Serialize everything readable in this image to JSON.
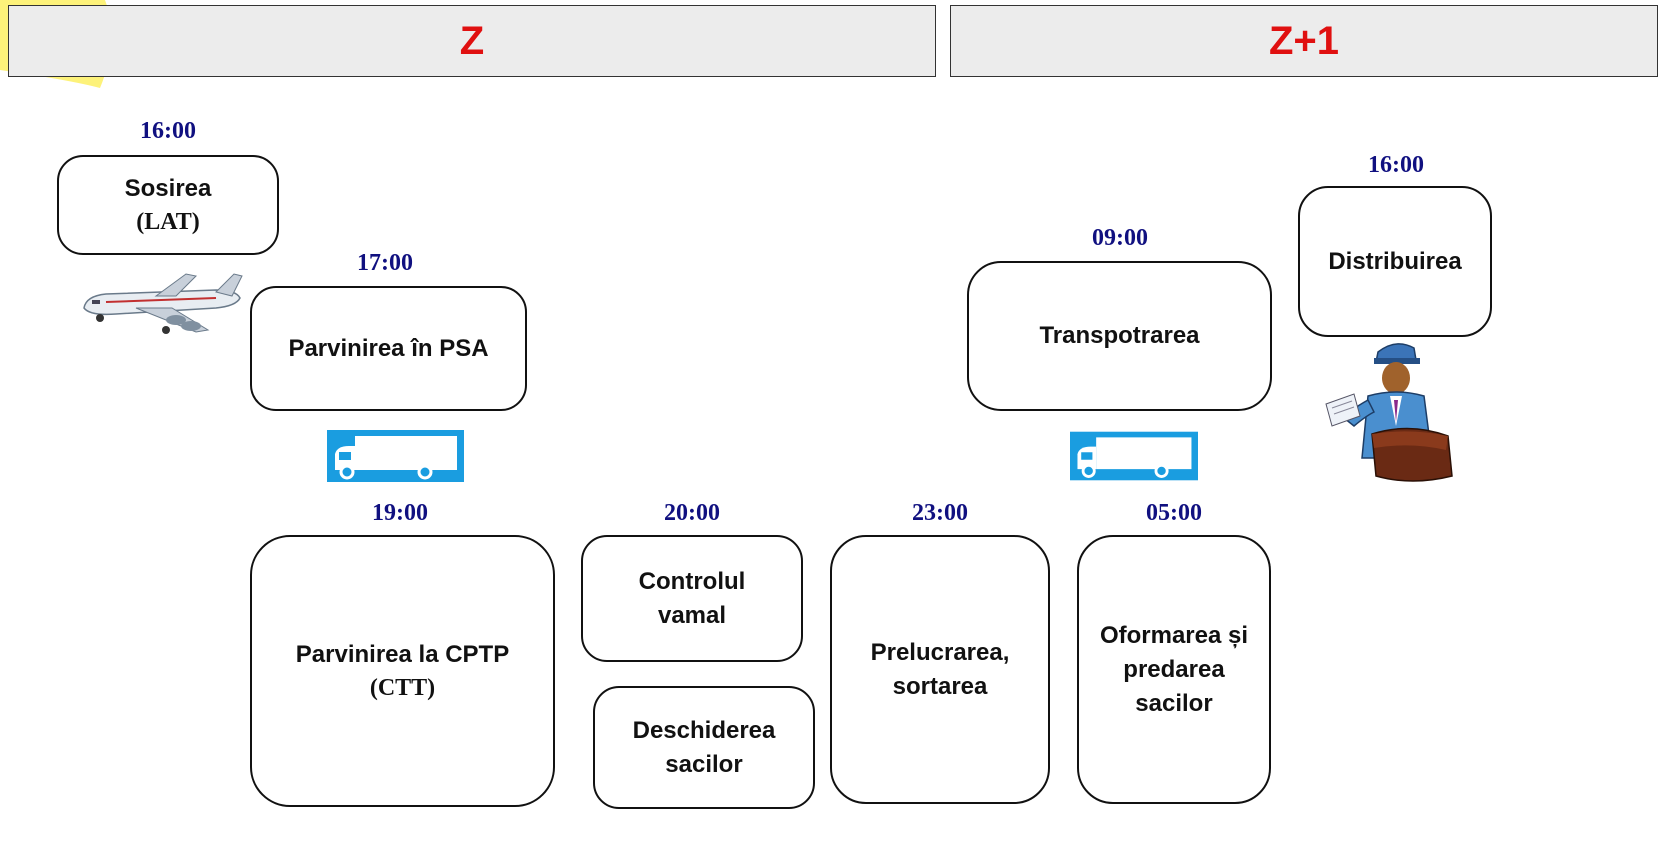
{
  "headers": {
    "day": "Z",
    "next_day": "Z+1"
  },
  "steps": {
    "arrival": {
      "time": "16:00",
      "title": "Sosirea",
      "sub": "(LAT)"
    },
    "psa": {
      "time": "17:00",
      "title": "Parvinirea în PSA"
    },
    "cptp": {
      "time": "19:00",
      "title": "Parvinirea la CPTP",
      "sub": "(CTT)"
    },
    "customs": {
      "time": "20:00",
      "title": "Controlul vamal"
    },
    "opening": {
      "title": "Deschiderea sacilor"
    },
    "processing": {
      "time": "23:00",
      "title": "Prelucrarea, sortarea"
    },
    "forming": {
      "time": "05:00",
      "title": "Oformarea și predarea sacilor"
    },
    "transport": {
      "time": "09:00",
      "title": "Transpotrarea"
    },
    "distribution": {
      "time": "16:00",
      "title": "Distribuirea"
    }
  },
  "icons": [
    "airplane-icon",
    "truck-icon",
    "truck-icon",
    "postman-icon"
  ],
  "colors": {
    "header_text": "#e01010",
    "time_text": "#101080",
    "truck_bg": "#1a9de0",
    "header_bg": "#ececec"
  }
}
